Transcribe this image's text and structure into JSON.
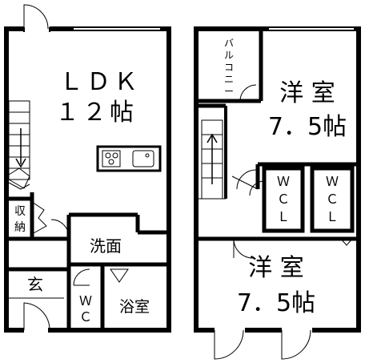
{
  "floor1": {
    "ldk": {
      "line1": "ＬＤＫ",
      "line2": "１２帖"
    },
    "storage": {
      "c1": "収",
      "c2": "納"
    },
    "washroom": "洗面",
    "entrance": "玄",
    "toilet": {
      "c1": "Ｗ",
      "c2": "Ｃ"
    },
    "bathroom": "浴室"
  },
  "floor2": {
    "balcony": {
      "c1": "バ",
      "c2": "ル",
      "c3": "コ",
      "c4": "ニ",
      "c5": "ー"
    },
    "room_top": {
      "line1": "洋 室",
      "line2": "7．5帖"
    },
    "wcl_left": {
      "c1": "Ｗ",
      "c2": "Ｃ",
      "c3": "Ｌ"
    },
    "wcl_right": {
      "c1": "Ｗ",
      "c2": "Ｃ",
      "c3": "Ｌ"
    },
    "room_bottom": {
      "line1": "洋 室",
      "line2": "7．5帖"
    }
  }
}
